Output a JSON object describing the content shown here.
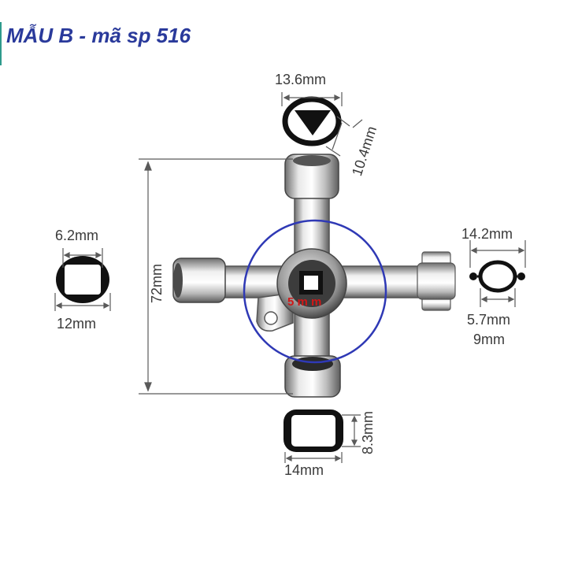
{
  "title": "MẪU B - mã sp 516",
  "colors": {
    "title": "#2a3a9b",
    "circle_highlight": "#2f39b5",
    "dimension_lines": "#5a5a5a",
    "metal": "#c8c8c8",
    "label_red": "#d01818",
    "accent_rule": "#2e9a8c"
  },
  "dimensions": {
    "top_width": "13.6mm",
    "top_side": "10.4mm",
    "overall_length": "72mm",
    "left_inner": "6.2mm",
    "left_outer": "12mm",
    "right_outer": "14.2mm",
    "right_inner": "5.7mm",
    "right_bar": "9mm",
    "bottom_height": "8.3mm",
    "bottom_width": "14mm",
    "center_square": "5 m m"
  },
  "icons": [
    "triangle-socket-icon",
    "square-socket-icon",
    "round-socket-icon",
    "pin-socket-icon",
    "cross-key-icon"
  ]
}
